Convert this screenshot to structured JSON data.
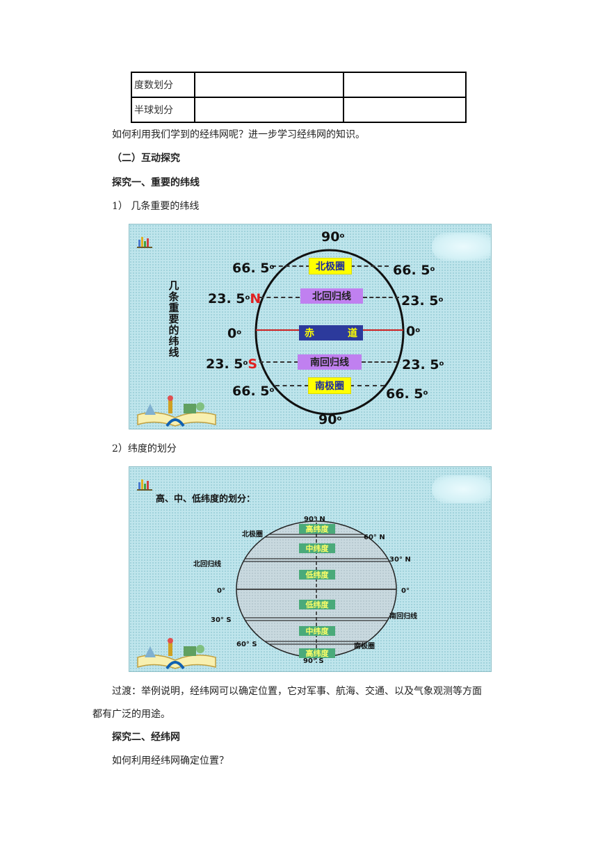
{
  "table": {
    "rows": [
      {
        "label": "度数划分",
        "c1": "",
        "c2": ""
      },
      {
        "label": "半球划分",
        "c1": "",
        "c2": ""
      }
    ]
  },
  "text": {
    "intro": "如何利用我们学到的经纬网呢？进一步学习经纬网的知识。",
    "section2": "（二）互动探究",
    "explore1": "探究一、重要的纬线",
    "item1": "1）  几条重要的纬线",
    "item2": "2）纬度的划分",
    "transition_l1": "过渡：举例说明，经纬网可以确定位置，它对军事、航海、交通、以及气象观测等方面",
    "transition_l2": "都有广泛的用途。",
    "explore2": "探究二、经纬网",
    "question": "如何利用经纬网确定位置？"
  },
  "slide1": {
    "side_title": [
      "几",
      "条",
      "重",
      "要",
      "的",
      "纬",
      "线"
    ],
    "top_deg": "90",
    "bottom_deg": "90",
    "left": {
      "n665": "66. 5",
      "n235": "23. 5",
      "n_letter": "N",
      "eq": "0",
      "s235": "23. 5",
      "s_letter": "S",
      "s665": "66. 5"
    },
    "right": {
      "n665": "66. 5",
      "n235": "23. 5",
      "eq": "0",
      "s235": "23. 5",
      "s665": "66. 5"
    },
    "labels": {
      "arctic": "北极圈",
      "cancer": "北回归线",
      "equator_a": "赤",
      "equator_b": "道",
      "capricorn": "南回归线",
      "antarctic": "南极圈"
    },
    "colors": {
      "yellow": "#ffff00",
      "purple": "#c080f0",
      "navy": "#2c3a9c",
      "red": "#e02020"
    }
  },
  "slide2": {
    "title": "高、中、低纬度的划分：",
    "deg": {
      "top": "90° N",
      "n60": "60° N",
      "n30": "30° N",
      "eq_left": "0°",
      "eq_right": "0°",
      "s30": "30° S",
      "s60": "60° S",
      "bottom": "90° S"
    },
    "side": {
      "arctic": "北极圈",
      "cancer": "北回归线",
      "capricorn": "南回归线",
      "antarctic": "南极圈"
    },
    "zones": {
      "high_n": "高纬度",
      "mid_n": "中纬度",
      "low_n": "低纬度",
      "low_s": "低纬度",
      "mid_s": "中纬度",
      "high_s": "高纬度"
    },
    "colors": {
      "zone_bg": "#4aaa7a",
      "zone_text": "#ffff66"
    }
  }
}
